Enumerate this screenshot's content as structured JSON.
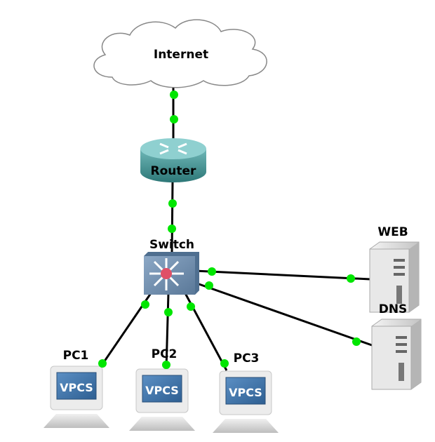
{
  "nodes": {
    "cloud": {
      "label": "Internet"
    },
    "router": {
      "label": "Router"
    },
    "switch": {
      "label": "Switch"
    },
    "web": {
      "label": "WEB"
    },
    "dns": {
      "label": "DNS"
    },
    "pc1": {
      "label": "PC1",
      "screen_text": "VPCS"
    },
    "pc2": {
      "label": "PC2",
      "screen_text": "VPCS"
    },
    "pc3": {
      "label": "PC3",
      "screen_text": "VPCS"
    }
  },
  "links": [
    {
      "from": "Internet",
      "to": "Router",
      "status": "up"
    },
    {
      "from": "Router",
      "to": "Switch",
      "status": "up"
    },
    {
      "from": "Switch",
      "to": "WEB",
      "status": "up"
    },
    {
      "from": "Switch",
      "to": "DNS",
      "status": "up"
    },
    {
      "from": "Switch",
      "to": "PC1",
      "status": "up"
    },
    {
      "from": "Switch",
      "to": "PC2",
      "status": "up"
    },
    {
      "from": "Switch",
      "to": "PC3",
      "status": "up"
    }
  ],
  "colors": {
    "link_up": "#00e600",
    "router": "#3f8f8f",
    "switch": "#6f8fb0",
    "screen": "#3f74ad"
  }
}
